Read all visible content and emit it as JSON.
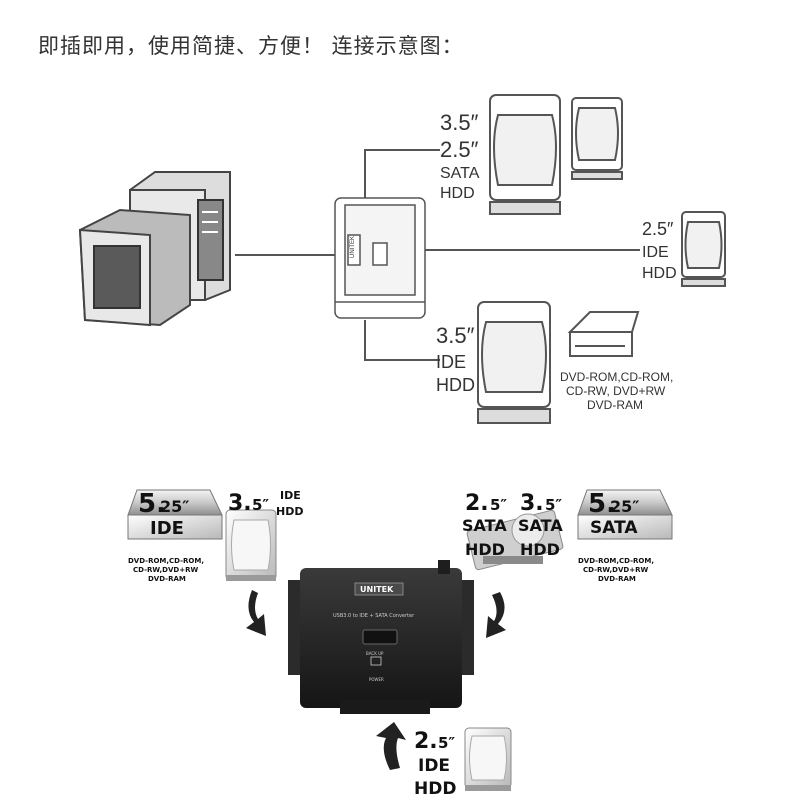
{
  "title": "即插即用，使用简捷、方便！ 连接示意图：",
  "top_diagram": {
    "sata_label": [
      "3.5″",
      "2.5″",
      "SATA",
      "HDD"
    ],
    "ide25_label": [
      "2.5″",
      "IDE",
      "HDD"
    ],
    "ide35_label": [
      "3.5″",
      "IDE",
      "HDD"
    ],
    "optical_label": [
      "DVD-ROM,CD-ROM,",
      "CD-RW, DVD+RW",
      "DVD-RAM"
    ],
    "hub_brand": "UNITEK"
  },
  "bottom_diagram": {
    "ide525": {
      "size": "5.",
      "frac": "25″",
      "type": "IDE"
    },
    "ide525_desc": [
      "DVD-ROM,CD-ROM,",
      "CD-RW,DVD+RW",
      "DVD-RAM"
    ],
    "ide35": {
      "size": "3.",
      "frac": "5″",
      "type1": "IDE",
      "type2": "HDD"
    },
    "sata25": {
      "size": "2.",
      "frac": "5″",
      "type1": "SATA",
      "type2": "HDD"
    },
    "sata35": {
      "size": "3.",
      "frac": "5″",
      "type1": "SATA",
      "type2": "HDD"
    },
    "sata525": {
      "size": "5.",
      "frac": "25″",
      "type": "SATA"
    },
    "sata525_desc": [
      "DVD-ROM,CD-ROM,",
      "CD-RW,DVD+RW",
      "DVD-RAM"
    ],
    "ide25": {
      "size": "2.",
      "frac": "5″",
      "type1": "IDE",
      "type2": "HDD"
    },
    "device_brand": "UNITEK",
    "device_model": "USB3.0 to IDE + SATA Converter",
    "backup_label": "BACK UP",
    "power_label": "POWER"
  }
}
